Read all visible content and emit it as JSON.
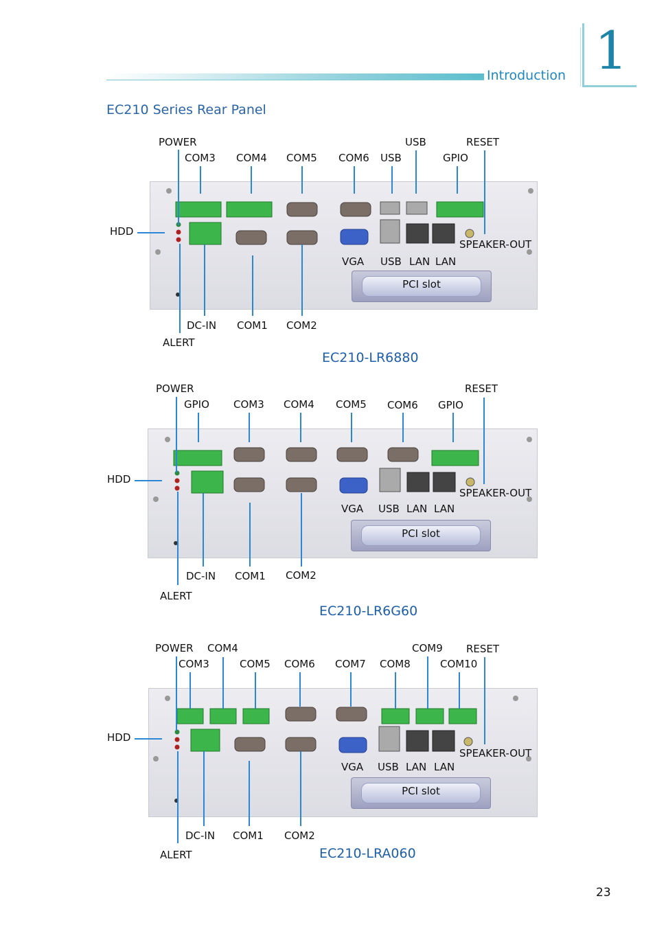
{
  "header": {
    "section": "Introduction",
    "chapter": "1"
  },
  "page_title": "EC210 Series Rear Panel",
  "page_number": "23",
  "panels": [
    {
      "model": "EC210-LR6880",
      "labels": {
        "power": "POWER",
        "com3": "COM3",
        "com4": "COM4",
        "com5": "COM5",
        "com6": "COM6",
        "usb_top": "USB",
        "usb_side": "USB",
        "reset": "RESET",
        "gpio": "GPIO",
        "hdd": "HDD",
        "speaker": "SPEAKER-OUT",
        "vga": "VGA",
        "usb": "USB",
        "lan1": "LAN",
        "lan2": "LAN",
        "pci": "PCI slot",
        "dcin": "DC-IN",
        "com1": "COM1",
        "com2": "COM2",
        "alert": "ALERT"
      }
    },
    {
      "model": "EC210-LR6G60",
      "labels": {
        "power": "POWER",
        "gpio1": "GPIO",
        "com3": "COM3",
        "com4": "COM4",
        "com5": "COM5",
        "com6": "COM6",
        "gpio2": "GPIO",
        "reset": "RESET",
        "hdd": "HDD",
        "speaker": "SPEAKER-OUT",
        "vga": "VGA",
        "usb": "USB",
        "lan1": "LAN",
        "lan2": "LAN",
        "pci": "PCI slot",
        "dcin": "DC-IN",
        "com1": "COM1",
        "com2": "COM2",
        "alert": "ALERT"
      }
    },
    {
      "model": "EC210-LRA060",
      "labels": {
        "power": "POWER",
        "com4": "COM4",
        "com9": "COM9",
        "reset": "RESET",
        "com3": "COM3",
        "com5": "COM5",
        "com6": "COM6",
        "com7": "COM7",
        "com8": "COM8",
        "com10": "COM10",
        "hdd": "HDD",
        "speaker": "SPEAKER-OUT",
        "vga": "VGA",
        "usb": "USB",
        "lan1": "LAN",
        "lan2": "LAN",
        "pci": "PCI slot",
        "dcin": "DC-IN",
        "com1": "COM1",
        "com2": "COM2",
        "alert": "ALERT"
      }
    }
  ],
  "colors": {
    "accent": "#1f87bf",
    "title": "#2a64a8",
    "leader": "#2c86d6",
    "terminal": "#3cb54a"
  }
}
